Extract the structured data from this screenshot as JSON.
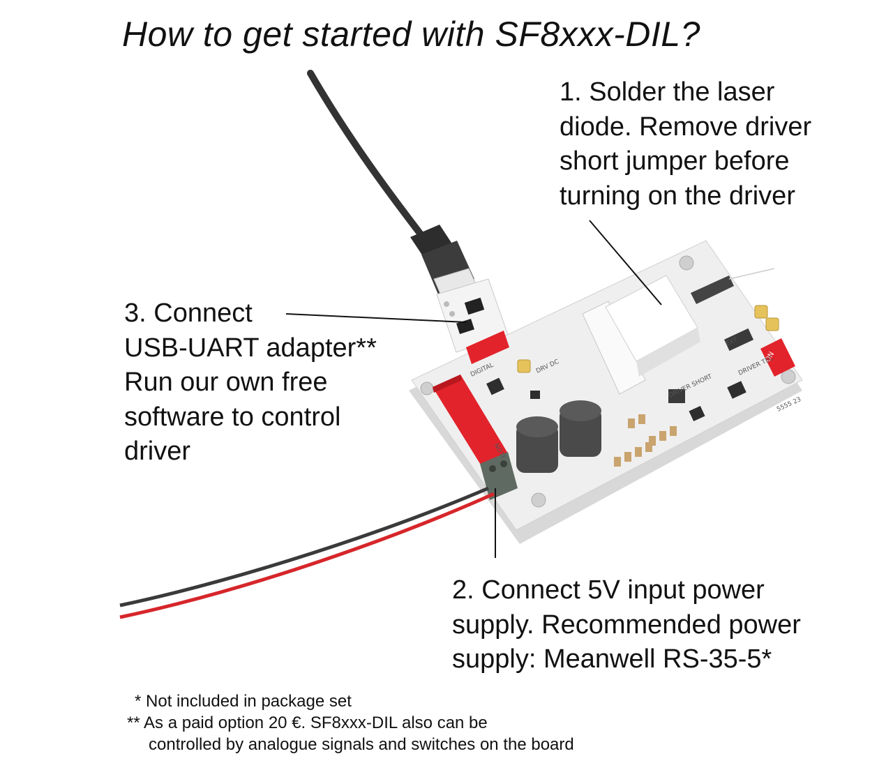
{
  "title": "How to get started with SF8xxx-DIL?",
  "steps": {
    "solder": {
      "lines": [
        "1. Solder the laser",
        "diode. Remove driver",
        "short jumper before",
        "turning on the driver"
      ]
    },
    "power": {
      "lines": [
        "2. Connect 5V input power",
        "supply. Recommended power",
        "supply: Meanwell RS-35-5*"
      ]
    },
    "usb": {
      "lines": [
        "3. Connect",
        "USB-UART adapter**",
        "Run our own free",
        "software to control",
        "driver"
      ]
    }
  },
  "footnotes": {
    "note1": "* Not included in package set",
    "note2": "** As a paid option 20 €. SF8xxx-DIL also can be",
    "note3": "controlled by analogue signals and switches on the board"
  },
  "board_labels": {
    "driver_short": "DRIVER SHORT",
    "on": "ON",
    "driver_tec": "DRIVER TEC",
    "model": "5555 23",
    "digital": "DIGITAL",
    "drv_dc": "DRV DC",
    "ext": "EXT",
    "note": "NOTE"
  },
  "colors": {
    "board": "#efefef",
    "header_red": "#e2232b",
    "wire_red": "#d6262a",
    "wire_black": "#3a3a3a",
    "inductor": "#4a4a4a",
    "connector_green": "#5f6b62"
  }
}
